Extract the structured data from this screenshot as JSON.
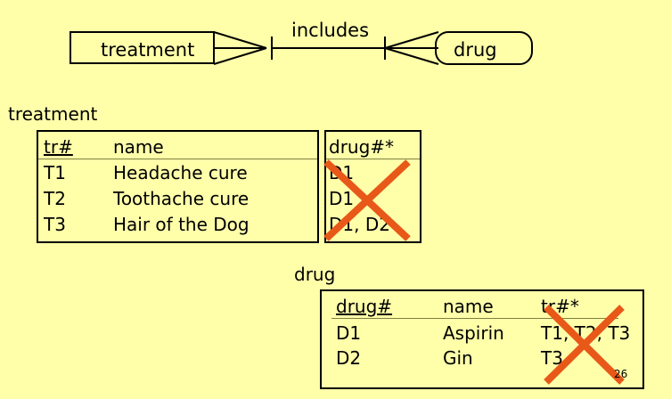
{
  "slide": {
    "background_color": "#FFFFAA",
    "number": "26",
    "strike_color": "#E85818"
  },
  "er_diagram": {
    "left_entity": "treatment",
    "relationship": "includes",
    "right_entity": "drug",
    "left_cardinality": "one-to-many-crowsfoot",
    "right_cardinality": "one-to-many-crowsfoot"
  },
  "treatment_table": {
    "caption": "treatment",
    "headers": {
      "key": "tr#",
      "name": "name",
      "foreign": "drug#*"
    },
    "rows": [
      {
        "id": "T1",
        "name": "Headache cure",
        "drug": "D1"
      },
      {
        "id": "T2",
        "name": "Toothache cure",
        "drug": "D1"
      },
      {
        "id": "T3",
        "name": "Hair of the Dog",
        "drug": "D1, D2"
      }
    ],
    "struck_column": "drug#*"
  },
  "drug_table": {
    "caption": "drug",
    "headers": {
      "key": "drug#",
      "name": "name",
      "foreign": "tr#*"
    },
    "rows": [
      {
        "id": "D1",
        "name": "Aspirin",
        "tr": "T1, T2, T3"
      },
      {
        "id": "D2",
        "name": "Gin",
        "tr": "T3"
      }
    ],
    "struck_column": "tr#*"
  }
}
